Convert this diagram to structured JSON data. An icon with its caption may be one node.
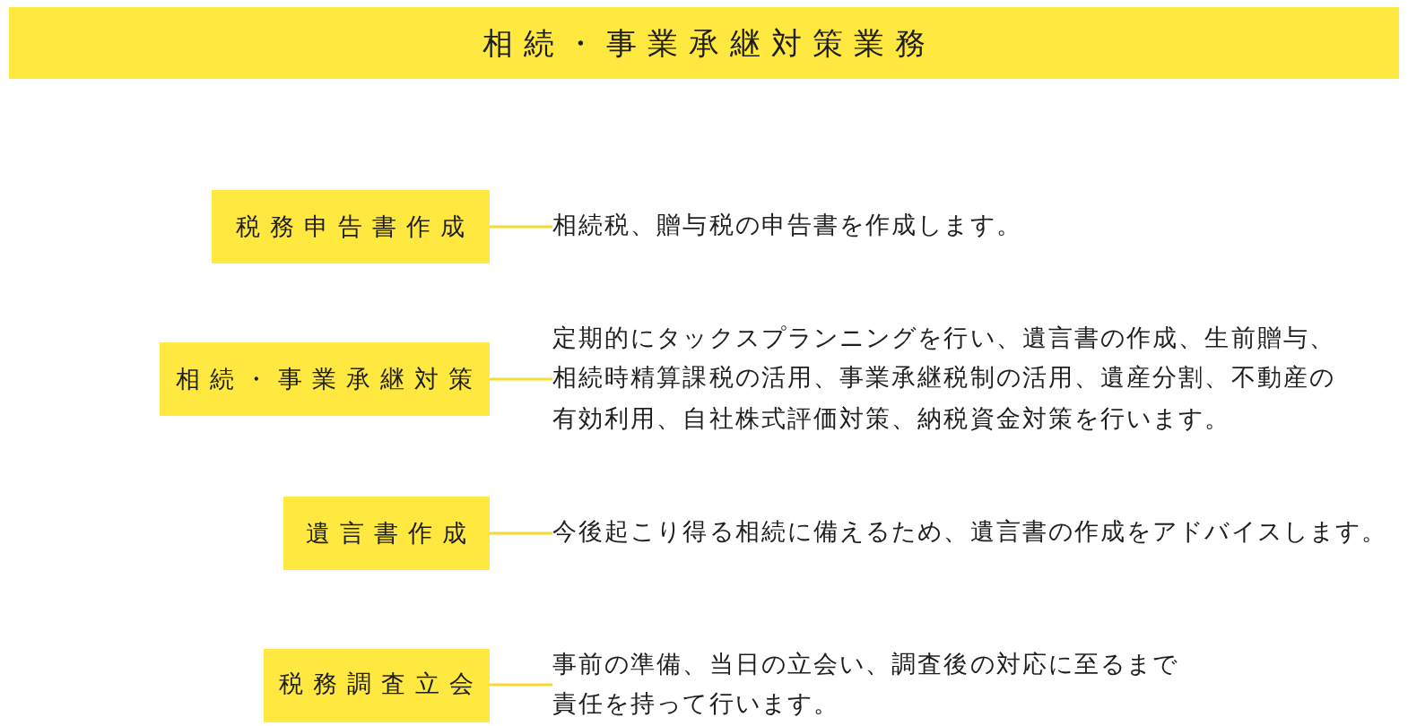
{
  "diagram": {
    "title": "相続・事業承継対策業務",
    "nodes": [
      {
        "text": [
          "税務申告書作成"
        ]
      },
      {
        "text": [
          "相続税、贈与税の申告書を作成します。"
        ]
      },
      {
        "text": [
          "相続・事業承継対策"
        ]
      },
      {
        "text": [
          "定期的にタックスプランニングを行い、遺言書の作成、生前贈与、相続時精算課税の活用、事業承継税制の活用、遺産分割、不動産の有効利用、自社株式評価対策、納税資金対策を行います。"
        ]
      },
      {
        "text": [
          "遺言書作成"
        ]
      },
      {
        "text": [
          "今後起こり得る相続に備えるため、遺言書の作成をアドバイスします。"
        ]
      },
      {
        "text": [
          "税務調査立会"
        ]
      },
      {
        "text": [
          "事前の準備、当日の立会い、調査後の対応に至るまで責任を持って行います。"
        ]
      }
    ],
    "edges": [
      {
        "from": 0,
        "to": 1,
        "arrow": "none"
      },
      {
        "from": 2,
        "to": 3,
        "arrow": "none"
      },
      {
        "from": 4,
        "to": 5,
        "arrow": "none"
      },
      {
        "from": 6,
        "to": 7,
        "arrow": "none"
      }
    ]
  }
}
